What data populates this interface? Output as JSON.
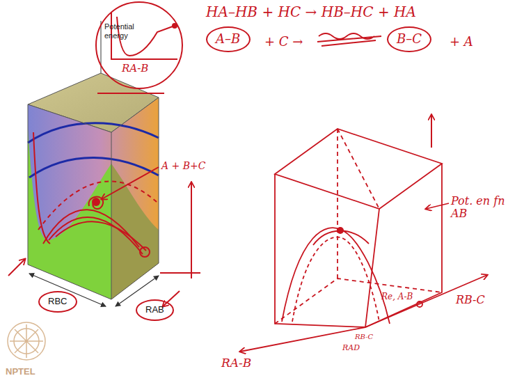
{
  "diagram": {
    "nodes": [
      {
        "text": [
          "RA-B"
        ]
      },
      {
        "text": [
          "A–B"
        ]
      },
      {
        "text": [
          "B–C"
        ]
      },
      {
        "text": [
          "RBC"
        ]
      },
      {
        "text": [
          "RAB"
        ]
      }
    ],
    "labels": [
      "Potential energy",
      "A + B+C",
      "HA–HB + HC → HB–HC + HA",
      "+ C →",
      "+ A",
      "Pot. en fn AB",
      "RA-B",
      "RB-C",
      "Re, A-B",
      "RB-C",
      "RAD",
      "NPTEL"
    ]
  }
}
